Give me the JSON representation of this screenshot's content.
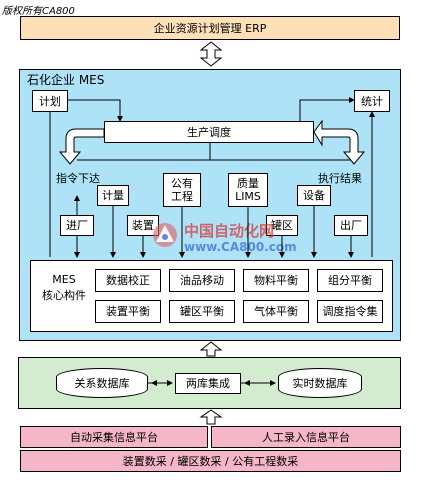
{
  "copyright": "版权所有CA800",
  "erp": "企业资源计划管理 ERP",
  "mes": {
    "title": "石化企业 MES",
    "plan": "计划",
    "stats": "统计",
    "scheduling": "生产调度",
    "dispatch": "指令下达",
    "feedback": "执行结果",
    "modules": [
      {
        "id": "jinchang",
        "label": "进厂"
      },
      {
        "id": "jiliang",
        "label": "计量"
      },
      {
        "id": "zhuangzhi",
        "label": "装置"
      },
      {
        "id": "gongyou",
        "label": "公有\n工程"
      },
      {
        "id": "zhiliang",
        "label": "质量\nLIMS"
      },
      {
        "id": "guanqu",
        "label": "罐区"
      },
      {
        "id": "shebei",
        "label": "设备"
      },
      {
        "id": "chuchang",
        "label": "出厂"
      }
    ],
    "core": {
      "title": "MES\n核心构件",
      "items": [
        "数据校正",
        "油品移动",
        "物料平衡",
        "组分平衡",
        "装置平衡",
        "罐区平衡",
        "气体平衡",
        "调度指令集"
      ]
    }
  },
  "watermark": {
    "cn": "中国自动化网",
    "url": "www.CA800.com"
  },
  "db": {
    "relational": "关系数据库",
    "integration": "两库集成",
    "realtime": "实时数据库"
  },
  "platform": {
    "auto": "自动采集信息平台",
    "manual": "人工录入信息平台",
    "sources": "装置数采 / 罐区数采 / 公有工程数采"
  }
}
